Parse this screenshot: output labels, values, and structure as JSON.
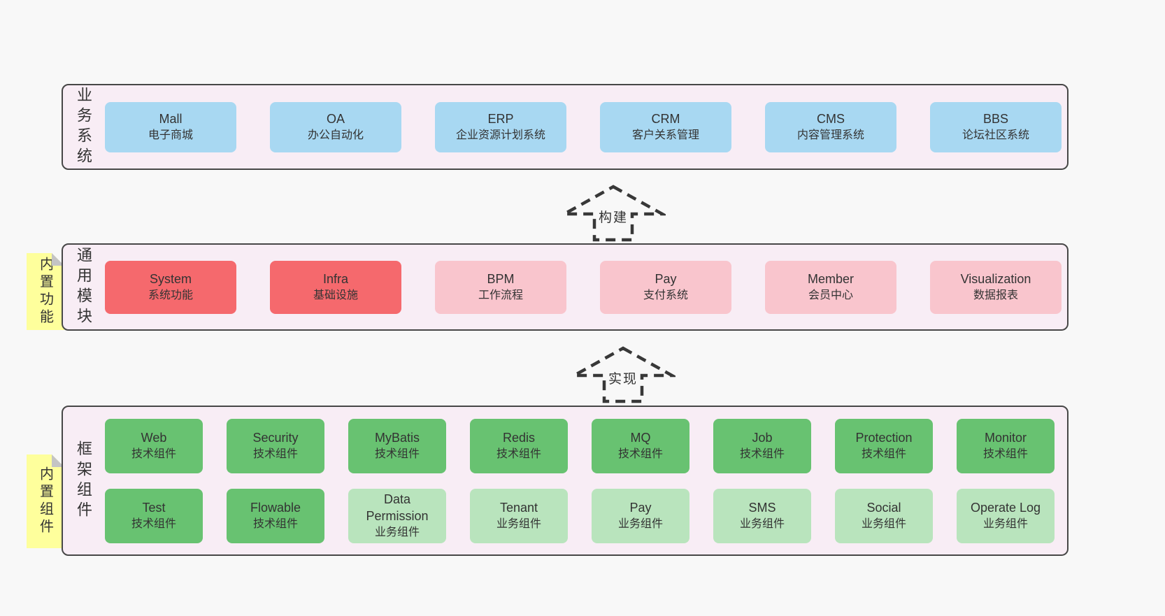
{
  "business": {
    "label": "业务系统",
    "boxes": [
      {
        "name": "Mall",
        "subtitle": "电子商城"
      },
      {
        "name": "OA",
        "subtitle": "办公自动化"
      },
      {
        "name": "ERP",
        "subtitle": "企业资源计划系统"
      },
      {
        "name": "CRM",
        "subtitle": "客户关系管理"
      },
      {
        "name": "CMS",
        "subtitle": "内容管理系统"
      },
      {
        "name": "BBS",
        "subtitle": "论坛社区系统"
      }
    ]
  },
  "common": {
    "label": "通用模块",
    "note": "内置功能",
    "boxes": [
      {
        "name": "System",
        "subtitle": "系统功能"
      },
      {
        "name": "Infra",
        "subtitle": "基础设施"
      },
      {
        "name": "BPM",
        "subtitle": "工作流程"
      },
      {
        "name": "Pay",
        "subtitle": "支付系统"
      },
      {
        "name": "Member",
        "subtitle": "会员中心"
      },
      {
        "name": "Visualization",
        "subtitle": "数据报表"
      }
    ]
  },
  "framework": {
    "label": "框架组件",
    "note": "内置组件",
    "row1": [
      {
        "name": "Web",
        "subtitle": "技术组件"
      },
      {
        "name": "Security",
        "subtitle": "技术组件"
      },
      {
        "name": "MyBatis",
        "subtitle": "技术组件"
      },
      {
        "name": "Redis",
        "subtitle": "技术组件"
      },
      {
        "name": "MQ",
        "subtitle": "技术组件"
      },
      {
        "name": "Job",
        "subtitle": "技术组件"
      },
      {
        "name": "Protection",
        "subtitle": "技术组件"
      },
      {
        "name": "Monitor",
        "subtitle": "技术组件"
      }
    ],
    "row2": [
      {
        "name": "Test",
        "subtitle": "技术组件"
      },
      {
        "name": "Flowable",
        "subtitle": "技术组件"
      },
      {
        "name": "Data Permission",
        "subtitle": "业务组件"
      },
      {
        "name": "Tenant",
        "subtitle": "业务组件"
      },
      {
        "name": "Pay",
        "subtitle": "业务组件"
      },
      {
        "name": "SMS",
        "subtitle": "业务组件"
      },
      {
        "name": "Social",
        "subtitle": "业务组件"
      },
      {
        "name": "Operate Log",
        "subtitle": "业务组件"
      }
    ]
  },
  "arrows": {
    "build": "构建",
    "implement": "实现"
  },
  "colors": {
    "page_background": "#f8f8f8",
    "panel_background": "#f8edf5",
    "panel_border": "#474747",
    "business_box": "#a8d8f2",
    "core_module_box": "#f5696d",
    "optional_module_box": "#f9c5cd",
    "tech_component_box": "#68c271",
    "biz_component_box": "#b9e4bd",
    "sticky_note": "#feff9c",
    "note_fold": "#c4c4c4",
    "text": "#333333",
    "arrow_stroke": "#383838"
  }
}
